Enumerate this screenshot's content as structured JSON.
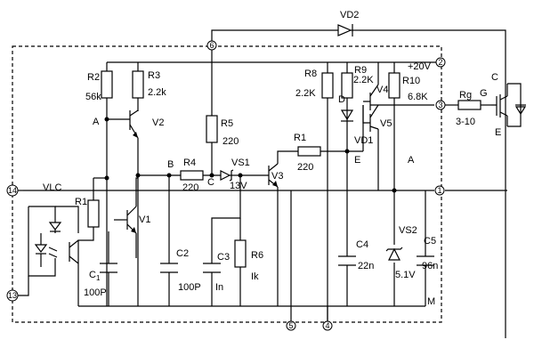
{
  "labels": {
    "vd2": "VD2",
    "r2": "R2",
    "r2_val": "56k",
    "r3": "R3",
    "r3_val": "2.2k",
    "r5": "R5",
    "r5_val": "220",
    "r8": "R8",
    "r8_val": "2.2K",
    "r9": "R9",
    "r9_val": "2.2K",
    "r10": "R10",
    "r10_val": "6.8K",
    "r4": "R4",
    "r4_val": "220",
    "r1_top": "R1",
    "r1_top_val": "220",
    "r1_left": "R1",
    "r6": "R6",
    "r6_val": "Ik",
    "rg": "Rg",
    "rg_val": "3-10",
    "c1": "C",
    "c1_sub": "1",
    "c1_val": "100P",
    "c2": "C2",
    "c2_val": "100P",
    "c3": "C3",
    "c3_val": "In",
    "c4": "C4",
    "c4_val": "22n",
    "c5": "C5",
    "c5_val": "96n",
    "v1": "V1",
    "v2": "V2",
    "v3": "V3",
    "v4": "V4",
    "v5": "V5",
    "vs1": "VS1",
    "vs1_val": "13V",
    "vs2": "VS2",
    "vs2_val": "5.1V",
    "vd1": "VD1",
    "vlc": "VLC",
    "supply": "+20V",
    "node_a": "A",
    "node_b": "B",
    "node_c": "C",
    "node_d": "D",
    "node_e_mid": "E",
    "node_a_right": "A",
    "igbt_c": "C",
    "igbt_g": "G",
    "igbt_e": "E",
    "pin_1": "1",
    "pin_2": "2",
    "pin_3": "3",
    "pin_4": "4",
    "pin_5": "5",
    "pin_6": "6",
    "pin_13": "13",
    "pin_14": "14",
    "corner_mark": "M"
  }
}
